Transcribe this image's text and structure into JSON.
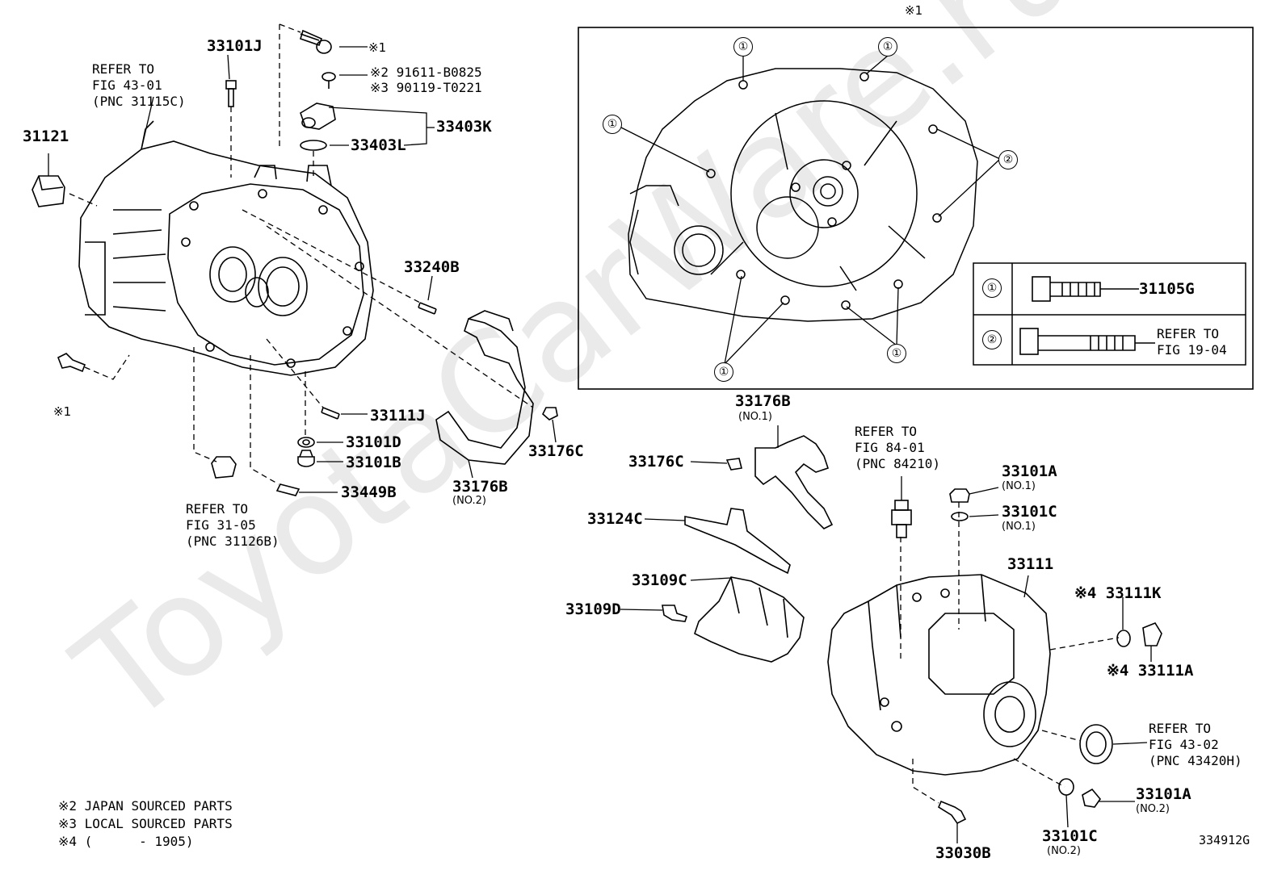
{
  "watermark": "ToyotaCarWare.ru",
  "diagram_code": "334912G",
  "inset_header": "※1",
  "bolt_table": [
    {
      "key": "①",
      "part": "31105G"
    },
    {
      "key": "②",
      "part": "REFER TO\nFIG 19-04"
    }
  ],
  "callouts": {
    "c1": "①",
    "c2": "②"
  },
  "parts": {
    "p31121": "31121",
    "p33101J": "33101J",
    "x1_top": "※1",
    "x2_line": "※2 91611-B0825",
    "x3_line": "※3 90119-T0221",
    "p33403K": "33403K",
    "p33403L": "33403L",
    "p33240B": "33240B",
    "x1_left": "※1",
    "p33111J": "33111J",
    "p33101D": "33101D",
    "p33101B": "33101B",
    "p33449B": "33449B",
    "p33176B_no2": "33176B",
    "p33176B_no2_sub": "(NO.2)",
    "p33176C_a": "33176C",
    "p33176B_no1": "33176B",
    "p33176B_no1_sub": "(NO.1)",
    "p33176C_b": "33176C",
    "p33124C": "33124C",
    "p33109C": "33109C",
    "p33109D": "33109D",
    "p33101A_no1": "33101A",
    "p33101A_no1_sub": "(NO.1)",
    "p33101C_no1": "33101C",
    "p33101C_no1_sub": "(NO.1)",
    "p33111": "33111",
    "p33111K": "※4 33111K",
    "p33111A": "※4 33111A",
    "p33101A_no2": "33101A",
    "p33101A_no2_sub": "(NO.2)",
    "p33101C_no2": "33101C",
    "p33101C_no2_sub": "(NO.2)",
    "p33030B": "33030B"
  },
  "refers": {
    "r43_01": "REFER TO\nFIG 43-01\n(PNC 31115C)",
    "r31_05": "REFER TO\nFIG 31-05\n(PNC 31126B)",
    "r84_01": "REFER TO\nFIG 84-01\n(PNC 84210)",
    "r43_02": "REFER TO\nFIG 43-02\n(PNC 43420H)"
  },
  "notes": [
    "※2 JAPAN SOURCED PARTS",
    "※3 LOCAL SOURCED PARTS",
    "※4 (      - 1905)"
  ]
}
